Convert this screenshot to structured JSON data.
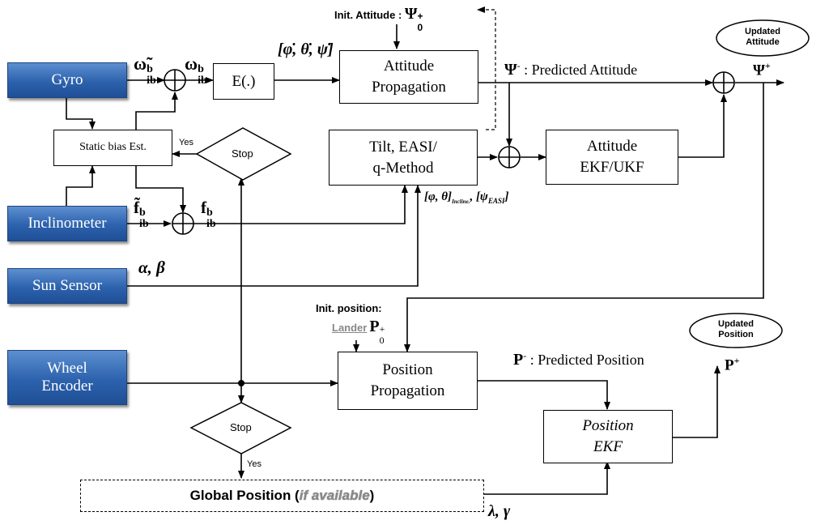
{
  "sensors": {
    "gyro": "Gyro",
    "inclinometer": "Inclinometer",
    "sun_sensor": "Sun Sensor",
    "wheel_encoder_line1": "Wheel",
    "wheel_encoder_line2": "Encoder"
  },
  "blocks": {
    "e_func": "E(.)",
    "attitude_prop_line1": "Attitude",
    "attitude_prop_line2": "Propagation",
    "static_bias": "Static bias Est.",
    "tilt_line1": "Tilt, EASI/",
    "tilt_line2": "q-Method",
    "att_ekf_line1": "Attitude",
    "att_ekf_line2": "EKF/UKF",
    "pos_prop_line1": "Position",
    "pos_prop_line2": "Propagation",
    "pos_ekf_line1": "Position",
    "pos_ekf_line2": "EKF",
    "global_pos_prefix": "Global Position (",
    "global_pos_italic": "if available",
    "global_pos_suffix": ")"
  },
  "decisions": {
    "stop_top": "Stop",
    "stop_bottom": "Stop",
    "yes_top": "Yes",
    "yes_bottom": "Yes"
  },
  "labels": {
    "omega_tilde": "ω̃",
    "omega": "ω",
    "ib_sub": "ib",
    "b_sup": "b",
    "rates": "[φ̇, θ̇, ψ̇]",
    "init_att_prefix": "Init. Attitude : ",
    "psi": "Ψ",
    "zero_sub": "0",
    "plus_sup": "+",
    "minus_sup": "-",
    "predicted_att": " : Predicted Attitude",
    "f_tilde": "f̃",
    "f": "f",
    "alpha_beta": "α, β",
    "tilt_out": "[φ, θ]",
    "incline_sub": "Incline.",
    "easi_out": ", [ψ",
    "easi_sub": "EASI",
    "easi_close": "]",
    "init_pos": "Init. position:",
    "lander": "Lander",
    "p": "P",
    "predicted_pos": " : Predicted Position",
    "lambda_gamma": "λ, γ"
  },
  "outputs": {
    "updated_attitude_line1": "Updated",
    "updated_attitude_line2": "Attitude",
    "updated_position_line1": "Updated",
    "updated_position_line2": "Position"
  }
}
